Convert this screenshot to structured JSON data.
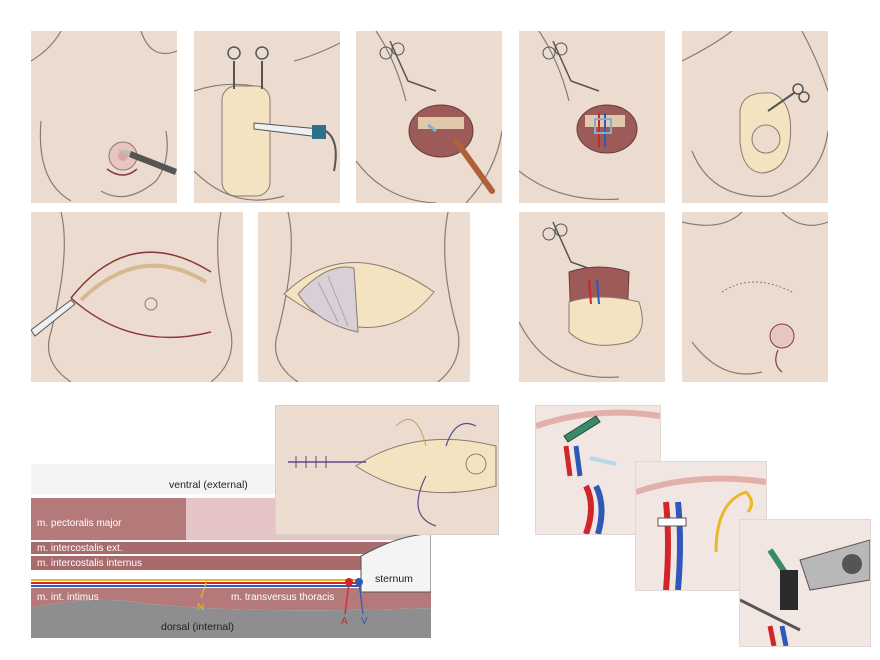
{
  "anatomy": {
    "ventral": "ventral (external)",
    "dorsal": "dorsal (internal)",
    "pectoralis": "m. pectoralis major",
    "intercostalis_ext": "m. intercostalis ext.",
    "intercostalis_int": "m. intercostalis internus",
    "intimus": "m. int. intimus",
    "transversus": "m. transversus thoracis",
    "sternum": "sternum",
    "nerve": "N",
    "artery": "A",
    "vein": "V"
  },
  "colors": {
    "skin": "#ecdcd0",
    "skin_outline": "#8a7a72",
    "muscle": "#b47a7a",
    "fat": "#f3e3c0",
    "artery": "#d0262a",
    "vein": "#2f58b8",
    "nerve": "#e8b82a",
    "bone_gray": "#8e8e90",
    "instrument": "#3a8a6a"
  }
}
